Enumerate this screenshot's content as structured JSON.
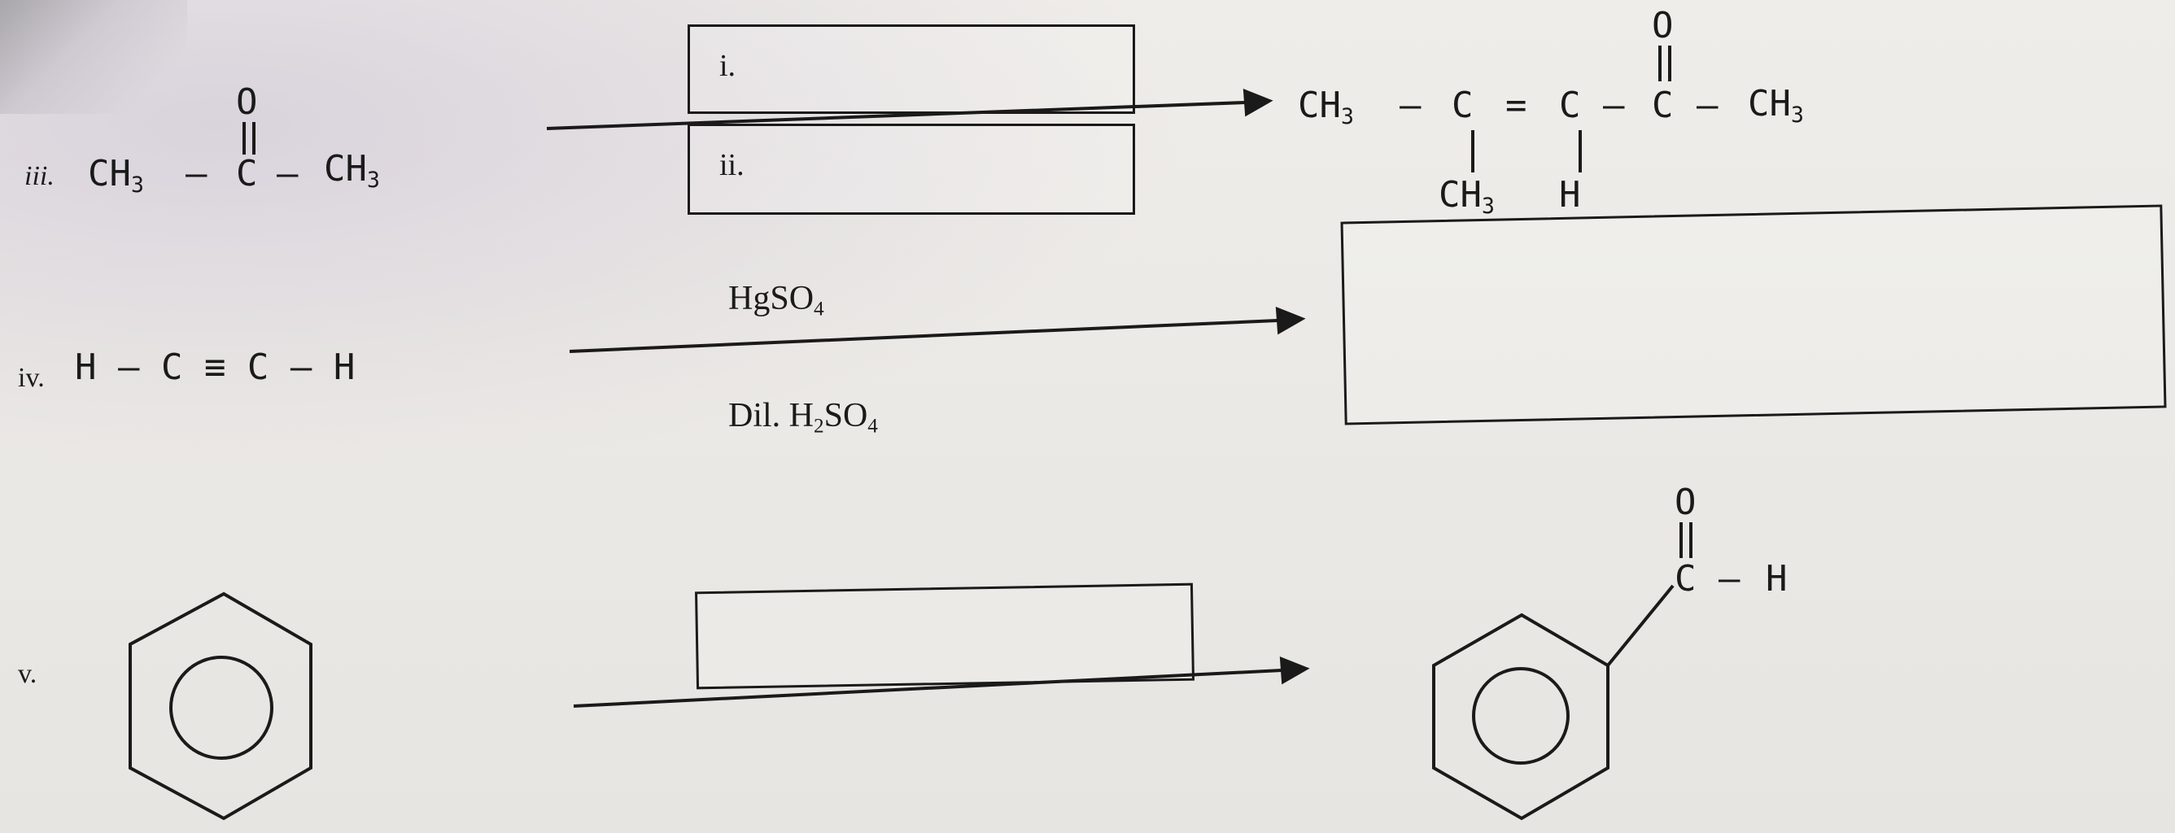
{
  "reaction_iii": {
    "number": "iii.",
    "reactant": {
      "left_group": "CH",
      "left_sub": "3",
      "dash1": "–",
      "carbonyl_c": "C",
      "carbonyl_o": "O",
      "dash2": "–",
      "right_group": "CH",
      "right_sub": "3"
    },
    "box_1_label": "i.",
    "box_2_label": "ii.",
    "product": {
      "c1": "CH",
      "c1_sub": "3",
      "bond1": "–",
      "c2": "C",
      "double_bond": "=",
      "c3": "C",
      "bond2": "–",
      "c4": "C",
      "c4_o": "O",
      "bond3": "–",
      "c5": "CH",
      "c5_sub": "3",
      "branch_c2": "CH",
      "branch_c2_sub": "3",
      "branch_c3": "H"
    }
  },
  "reaction_iv": {
    "number": "iv.",
    "reactant": "H – C ≡ C – H",
    "reagent_top": "HgSO",
    "reagent_top_sub": "4",
    "reagent_bottom": "Dil. H",
    "reagent_bottom_sub1": "2",
    "reagent_bottom_mid": "SO",
    "reagent_bottom_sub2": "4"
  },
  "reaction_v": {
    "number": "v.",
    "product_o": "O",
    "product_c": "C",
    "product_dash": "–",
    "product_h": "H"
  }
}
